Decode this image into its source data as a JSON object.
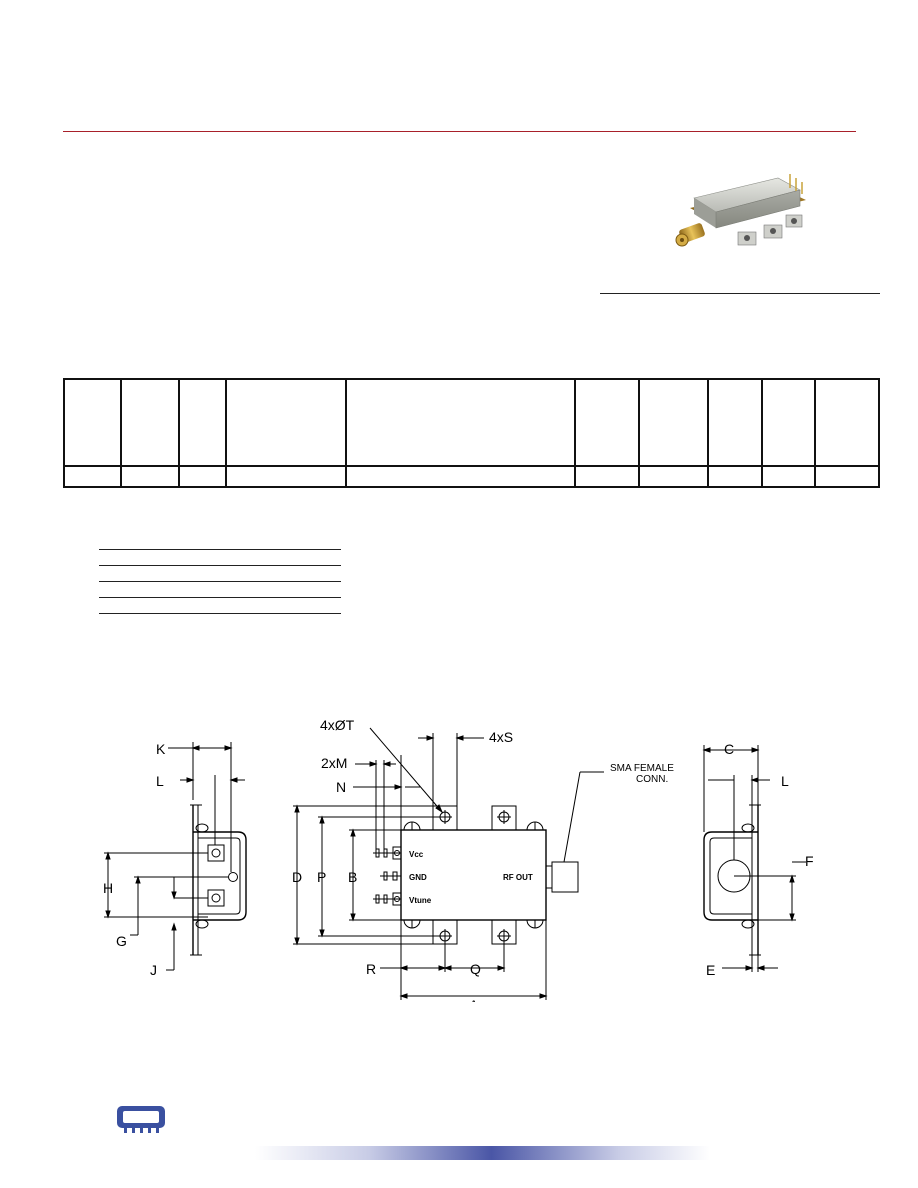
{
  "colors": {
    "rule_red": "#a8202a",
    "brand_blue": "#3a50a0",
    "gold": "#c9a23a",
    "steel": "#c7c9c3"
  },
  "icons": {
    "product_photo": "product-photo-icon",
    "company_logo": "logo-icon"
  },
  "drawing": {
    "labels": {
      "K": "K",
      "L": "L",
      "H": "H",
      "G": "G",
      "J": "J",
      "T": "4xØT",
      "S": "4xS",
      "M": "2xM",
      "N": "N",
      "D": "D",
      "P": "P",
      "B": "B",
      "R": "R",
      "Q": "Q",
      "A": "A",
      "C": "C",
      "L2": "L",
      "F": "F",
      "E": "E",
      "sma_line1": "SMA FEMALE",
      "sma_line2": "CONN.",
      "pin_vcc": "Vcc",
      "pin_gnd": "GND",
      "pin_vtune": "Vtune",
      "rf_out": "RF OUT"
    }
  }
}
